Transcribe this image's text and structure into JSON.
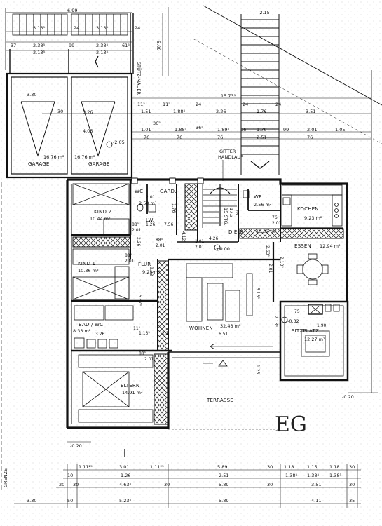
{
  "rooms": {
    "garage_left": {
      "name": "GARAGE",
      "area": "16.76 m²"
    },
    "garage_right": {
      "name": "GARAGE",
      "area": "16.76 m²"
    },
    "kind2": {
      "name": "KIND 2",
      "area": "10.44 m²"
    },
    "wc": {
      "name": "WC",
      "area": "2.58 m²"
    },
    "gard": {
      "name": "GARD."
    },
    "lw": {
      "name": "LW."
    },
    "kind1": {
      "name": "KIND 1",
      "area": "10.36 m²"
    },
    "flur": {
      "name": "FLUR",
      "area": "9.23 m²"
    },
    "bad": {
      "name": "BAD / WC",
      "area": "8.33 m²"
    },
    "eltern": {
      "name": "ELTERN",
      "area": "14.91 m²"
    },
    "diele": {
      "name": "DIELE",
      "area": "10.02 m²"
    },
    "wf": {
      "name": "WF",
      "area": "2.56 m²"
    },
    "kochen": {
      "name": "KOCHEN",
      "area": "9.23 m²"
    },
    "essen": {
      "name": "ESSEN",
      "area": "12.94 m²"
    },
    "wohnen": {
      "name": "WOHNEN",
      "area": "32.43 m²"
    },
    "sitzplatz": {
      "name": "SITZPLATZ",
      "area": "12.27 m²"
    },
    "terrasse": {
      "name": "TERRASSE"
    }
  },
  "labels": {
    "stuetzmauer": "STÜTZ-MAUER",
    "gitter": "GITTER",
    "handlauf": "HANDLAUF",
    "stairs": "15 STG.",
    "stair_rise": "17.3",
    "stair_run": "26",
    "level_main": "±0.00",
    "level_garage": "-2.05",
    "level_top": "-2.15",
    "level_right": "-0.20",
    "level_left": "-0.20",
    "level_sitz": "-0.32",
    "grenze": "GRENZE",
    "floor_mark": "EG"
  },
  "dims_top": [
    "6.99",
    "3.13⁵",
    "3.13⁵",
    "24",
    "2.38⁵",
    "2.38⁵",
    "99",
    "61⁵",
    "37",
    "2.13⁵",
    "2.13⁵",
    "24",
    "5.00"
  ],
  "dims_garage": [
    "3.30",
    "3.26",
    "4.05",
    "15.73⁵",
    "11⁵",
    "11⁵",
    "24",
    "1.51",
    "1.88⁵",
    "2.26",
    "1.76",
    "3.51",
    "30",
    "24",
    "24",
    "1.01",
    "36⁵",
    "1.88⁵",
    "36⁵",
    "1.89⁵",
    "36",
    "1.76",
    "99",
    "2.01",
    "1.05",
    "76",
    "76",
    "76",
    "2.51",
    "76"
  ],
  "dims_bottom_row1": [
    "1.11²⁵",
    "3.01",
    "1.11²⁵",
    "5.89",
    "30",
    "1.18",
    "1.15",
    "1.18",
    "30"
  ],
  "dims_bottom_row2": [
    "10",
    "1.26",
    "2.51",
    "1.38⁵",
    "1.38⁵",
    "1.38⁵"
  ],
  "dims_bottom_row3": [
    "20",
    "30",
    "4.63⁵",
    "30",
    "5.89",
    "30",
    "3.51",
    "30"
  ],
  "dims_bottom_row4": [
    "3.30",
    "50",
    "5.23⁵",
    "5.89",
    "4.11",
    "35"
  ],
  "dims_interior": [
    "1.76",
    "2.01",
    "1.26",
    "88⁵",
    "2.01",
    "7.56",
    "4.12⁵",
    "4.26",
    "1.01",
    "2.01",
    "76",
    "2.01",
    "88⁵",
    "2.01",
    "2.26",
    "88⁵",
    "2.01",
    "9.23",
    "5.37⁵",
    "3.26",
    "11⁵",
    "1.13⁵",
    "88⁵",
    "2.01",
    "2.63⁵",
    "5.13⁵",
    "6.51",
    "1.25",
    "2.13⁵",
    "2.13⁵",
    "1.90",
    "75",
    "2.1",
    "2.01"
  ]
}
